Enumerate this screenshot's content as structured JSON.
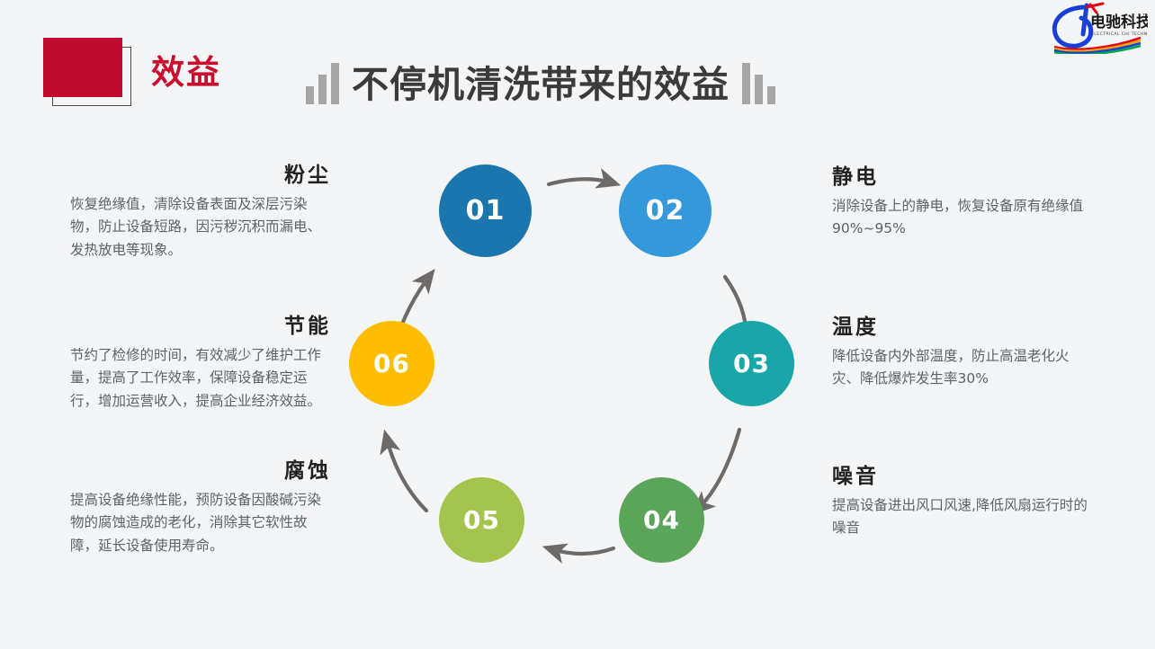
{
  "header": {
    "kicker_label": "效益",
    "title": "不停机清洗带来的效益",
    "accent_red": "#c8102e",
    "title_color": "#3b3b3b",
    "bar_color": "#a6a6a6"
  },
  "logo": {
    "company_cn": "电驰科技",
    "company_en": "ELECTRICAL CHI TECHNOLOGY",
    "trademark": "TM"
  },
  "diagram": {
    "type": "cycle",
    "nodes": [
      {
        "num": "01",
        "color": "#1b76ae"
      },
      {
        "num": "02",
        "color": "#3498db"
      },
      {
        "num": "03",
        "color": "#1aa5a8"
      },
      {
        "num": "04",
        "color": "#5ba55b"
      },
      {
        "num": "05",
        "color": "#a3c44d"
      },
      {
        "num": "06",
        "color": "#fdbe00"
      }
    ],
    "arrow_color": "#6e6a67"
  },
  "blocks": {
    "dust": {
      "heading": "粉尘",
      "body": "恢复绝缘值，清除设备表面及深层污染物，防止设备短路，因污秽沉积而漏电、发热放电等现象。"
    },
    "energy": {
      "heading": "节能",
      "body": "节约了检修的时间，有效减少了维护工作量，提高了工作效率，保障设备稳定运行，增加运营收入，提高企业经济效益。"
    },
    "corrosion": {
      "heading": "腐蚀",
      "body": "提高设备绝缘性能，预防设备因酸碱污染物的腐蚀造成的老化，消除其它软性故障，延长设备使用寿命。"
    },
    "static": {
      "heading": "静电",
      "body": "消除设备上的静电，恢复设备原有绝缘值90%~95%"
    },
    "temperature": {
      "heading": "温度",
      "body": "降低设备内外部温度，防止高温老化火灾、降低爆炸发生率30%"
    },
    "noise": {
      "heading": "噪音",
      "body": "提高设备进出风口风速,降低风扇运行时的噪音"
    }
  }
}
